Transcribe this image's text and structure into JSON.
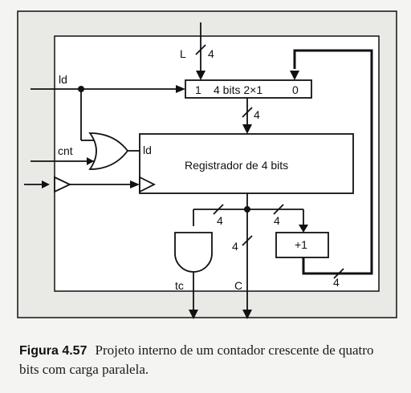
{
  "diagram": {
    "labels": {
      "l_input": "L",
      "bus_width": "4",
      "ld_input": "ld",
      "cnt_input": "cnt",
      "mux_in1": "1",
      "mux_title": "4 bits 2×1",
      "mux_in0": "0",
      "reg_ld": "ld",
      "register": "Registrador de 4 bits",
      "incrementer": "+1",
      "tc_output": "tc",
      "c_output": "C"
    },
    "colors": {
      "line": "#111111",
      "block_fill": "#ffffff",
      "panel_fill": "#e9e9e6",
      "caption_fig": "#1a1a1a"
    }
  },
  "caption": {
    "figure_number": "Figura 4.57",
    "text": "Projeto interno de um contador crescente de quatro bits com carga paralela."
  }
}
